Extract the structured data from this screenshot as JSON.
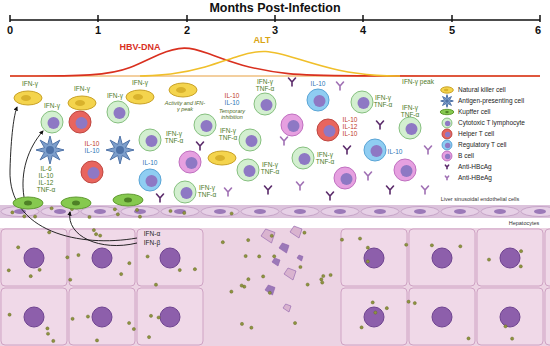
{
  "diagram": {
    "title": "Months Post-Infection",
    "labels": [
      "0",
      "1",
      "2",
      "3",
      "4",
      "5",
      "6",
      "HBV-DNA",
      "ALT",
      "IFN-γ",
      "IFN-γ",
      "IFN-γ",
      "Activity and IFN-γ peak",
      "IFN-γ",
      "IFN-γ",
      "IFN-γ",
      "TNF-α",
      "IL-10",
      "IL-10",
      "IL-6",
      "IL-10",
      "IL-12",
      "TNF-α",
      "IL-10",
      "IL-10",
      "IL-10",
      "Temporary inhibition",
      "IFN-γ",
      "TNF-α",
      "IL-10",
      "IFN-γ",
      "TNF-α",
      "IL-10",
      "IL-12",
      "IL-10",
      "IFN-γ",
      "TNF-α",
      "IFN-γ peak",
      "IFN-γ",
      "TNF-α",
      "IL-10",
      "IFN-γ",
      "TNF-α",
      "IFN-γ",
      "TNF-α",
      "IFN-γ",
      "TNF-α",
      "IFN-α",
      "IFN-β",
      "Liver sinusoidal endothelial cells",
      "Hepatocytes"
    ],
    "legend": [
      {
        "text": "Natural killer cell"
      },
      {
        "text": "Antigen-presenting cell"
      },
      {
        "text": "Kupffer cell"
      },
      {
        "text": "Cytotoxic T lymphocyte"
      },
      {
        "text": "Helper T cell"
      },
      {
        "text": "Regulatory T cell"
      },
      {
        "text": "B cell"
      },
      {
        "text": "Anti-HBcAg"
      },
      {
        "text": "Anti-HBeAg"
      }
    ]
  }
}
